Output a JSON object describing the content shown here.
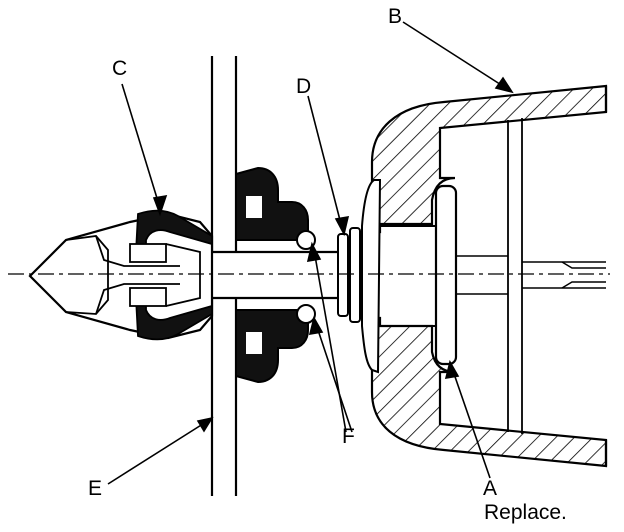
{
  "callouts": {
    "a": "A",
    "a_note": "Replace.",
    "b": "B",
    "c": "C",
    "d": "D",
    "e": "E",
    "f": "F"
  },
  "colors": {
    "ink": "#000000",
    "paper": "#ffffff"
  }
}
